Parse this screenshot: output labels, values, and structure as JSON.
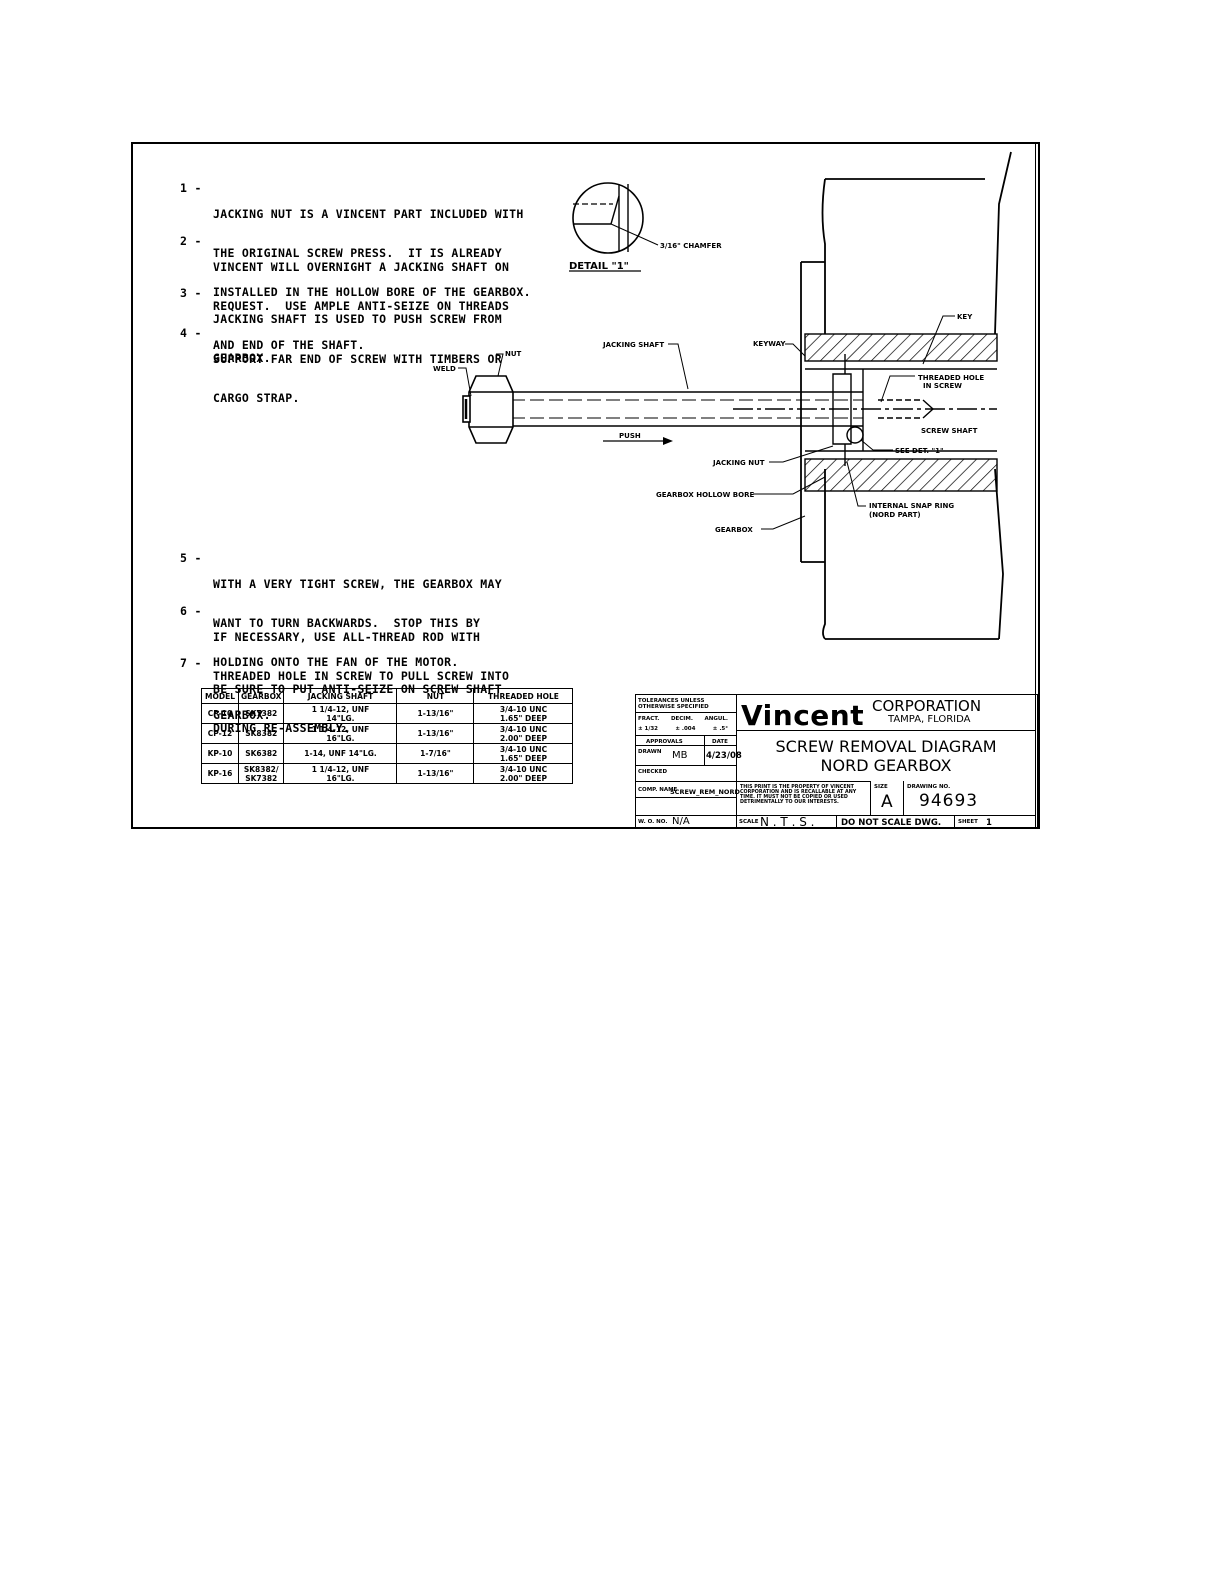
{
  "notes": [
    {
      "number": "1 -",
      "lines": [
        "JACKING NUT IS A VINCENT PART INCLUDED WITH",
        "THE ORIGINAL SCREW PRESS.  IT IS ALREADY",
        "INSTALLED IN THE HOLLOW BORE OF THE GEARBOX."
      ]
    },
    {
      "number": "2 -",
      "lines": [
        "VINCENT WILL OVERNIGHT A JACKING SHAFT ON",
        "REQUEST.  USE AMPLE ANTI-SEIZE ON THREADS",
        "AND END OF THE SHAFT."
      ]
    },
    {
      "number": "3 -",
      "lines": [
        "JACKING SHAFT IS USED TO PUSH SCREW FROM",
        "GEARBOX."
      ]
    },
    {
      "number": "4 -",
      "lines": [
        "SUPPORT FAR END OF SCREW WITH TIMBERS OR",
        "CARGO STRAP."
      ]
    },
    {
      "number": "5 -",
      "lines": [
        "WITH A VERY TIGHT SCREW, THE GEARBOX MAY",
        "WANT TO TURN BACKWARDS.  STOP THIS BY",
        "HOLDING ONTO THE FAN OF THE MOTOR."
      ]
    },
    {
      "number": "6 -",
      "lines": [
        "IF NECESSARY, USE ALL-THREAD ROD WITH",
        "THREADED HOLE IN SCREW TO PULL SCREW INTO",
        "GEARBOX."
      ]
    },
    {
      "number": "7 -",
      "lines": [
        "BE SURE TO PUT ANTI-SEIZE ON SCREW SHAFT",
        "DURING RE-ASSEMBLY."
      ]
    }
  ],
  "labels": {
    "detail_title": "DETAIL \"1\"",
    "chamfer": "3/16\" CHAMFER",
    "key": "KEY",
    "keyway": "KEYWAY",
    "jacking_shaft": "JACKING SHAFT",
    "nut": "NUT",
    "weld": "WELD",
    "threaded_hole_1": "THREADED HOLE",
    "threaded_hole_2": "IN SCREW",
    "screw_shaft": "SCREW SHAFT",
    "see_det": "SEE DET. \"1\"",
    "push": "PUSH",
    "jacking_nut": "JACKING NUT",
    "gearbox_hollow_bore": "GEARBOX HOLLOW BORE",
    "snap_ring_1": "INTERNAL SNAP RING",
    "snap_ring_2": "(NORD PART)",
    "gearbox": "GEARBOX"
  },
  "parts_table": {
    "headers": [
      "MODEL",
      "GEARBOX",
      "JACKING SHAFT",
      "NUT",
      "THREADED HOLE"
    ],
    "rows": [
      {
        "model": "CP-10",
        "gearbox": [
          "SK7382"
        ],
        "shaft": [
          "1 1/4-12, UNF",
          "14\"LG."
        ],
        "nut": "1-13/16\"",
        "hole": [
          "3/4-10 UNC",
          "1.65\" DEEP"
        ]
      },
      {
        "model": "CP-12",
        "gearbox": [
          "SK8382"
        ],
        "shaft": [
          "1 1/4-12, UNF",
          "16\"LG."
        ],
        "nut": "1-13/16\"",
        "hole": [
          "3/4-10 UNC",
          "2.00\" DEEP"
        ]
      },
      {
        "model": "KP-10",
        "gearbox": [
          "SK6382"
        ],
        "shaft": [
          "1-14, UNF 14\"LG."
        ],
        "nut": "1-7/16\"",
        "hole": [
          "3/4-10 UNC",
          "1.65\" DEEP"
        ]
      },
      {
        "model": "KP-16",
        "gearbox": [
          "SK8382/",
          "SK7382"
        ],
        "shaft": [
          "1 1/4-12, UNF",
          "16\"LG."
        ],
        "nut": "1-13/16\"",
        "hole": [
          "3/4-10 UNC",
          "2.00\" DEEP"
        ]
      }
    ]
  },
  "title_block": {
    "tolerances_1": "TOLERANCES UNLESS",
    "tolerances_2": "OTHERWISE SPECIFIED",
    "fract_label": "FRACT.",
    "decim_label": "DECIM.",
    "angul_label": "ANGUL.",
    "fract_val": "± 1/32",
    "decim_val": "± .004",
    "angul_val": "± .5°",
    "approvals": "APPROVALS",
    "date_label": "DATE",
    "drawn_label": "DRAWN",
    "drawn_val": "MB",
    "date_val": "4/23/08",
    "checked_label": "CHECKED",
    "comp_name_label": "COMP. NAME",
    "comp_name_val": "SCREW_REM_NORD",
    "wo_label": "W. O. NO.",
    "wo_val": "N/A",
    "company": "Vincent",
    "corporation": "CORPORATION",
    "location": "TAMPA, FLORIDA",
    "title_1": "SCREW REMOVAL DIAGRAM",
    "title_2": "NORD GEARBOX",
    "property_1": "THIS PRINT IS THE PROPERTY OF VINCENT",
    "property_2": "CORPORATION AND IS RECALLABLE AT ANY",
    "property_3": "TIME. IT MUST NOT BE COPIED OR USED",
    "property_4": "DETRIMENTALLY TO OUR INTERESTS.",
    "size_label": "SIZE",
    "size_val": "A",
    "drawing_no_label": "DRAWING NO.",
    "drawing_no_val": "94693",
    "scale_label": "SCALE",
    "scale_val": "N . T . S .",
    "do_not_scale": "DO NOT SCALE DWG.",
    "sheet_label": "SHEET",
    "sheet_val": "1"
  }
}
